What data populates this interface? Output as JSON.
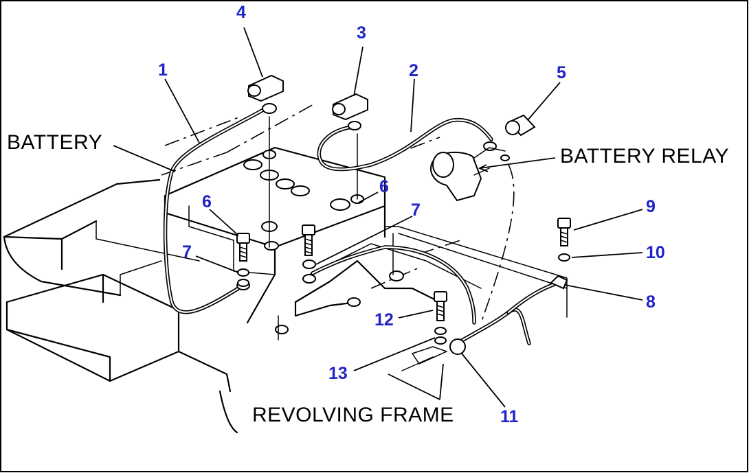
{
  "captions": {
    "battery": "BATTERY",
    "battery_relay": "BATTERY RELAY",
    "revolving_frame": "REVOLVING FRAME"
  },
  "callouts": {
    "c1": "1",
    "c2": "2",
    "c3": "3",
    "c4": "4",
    "c5": "5",
    "c6a": "6",
    "c6b": "6",
    "c7a": "7",
    "c7b": "7",
    "c8": "8",
    "c9": "9",
    "c10": "10",
    "c11": "11",
    "c12": "12",
    "c13": "13"
  },
  "colors": {
    "callout": "#1f23c8",
    "line": "#000000",
    "background": "#ffffff"
  }
}
